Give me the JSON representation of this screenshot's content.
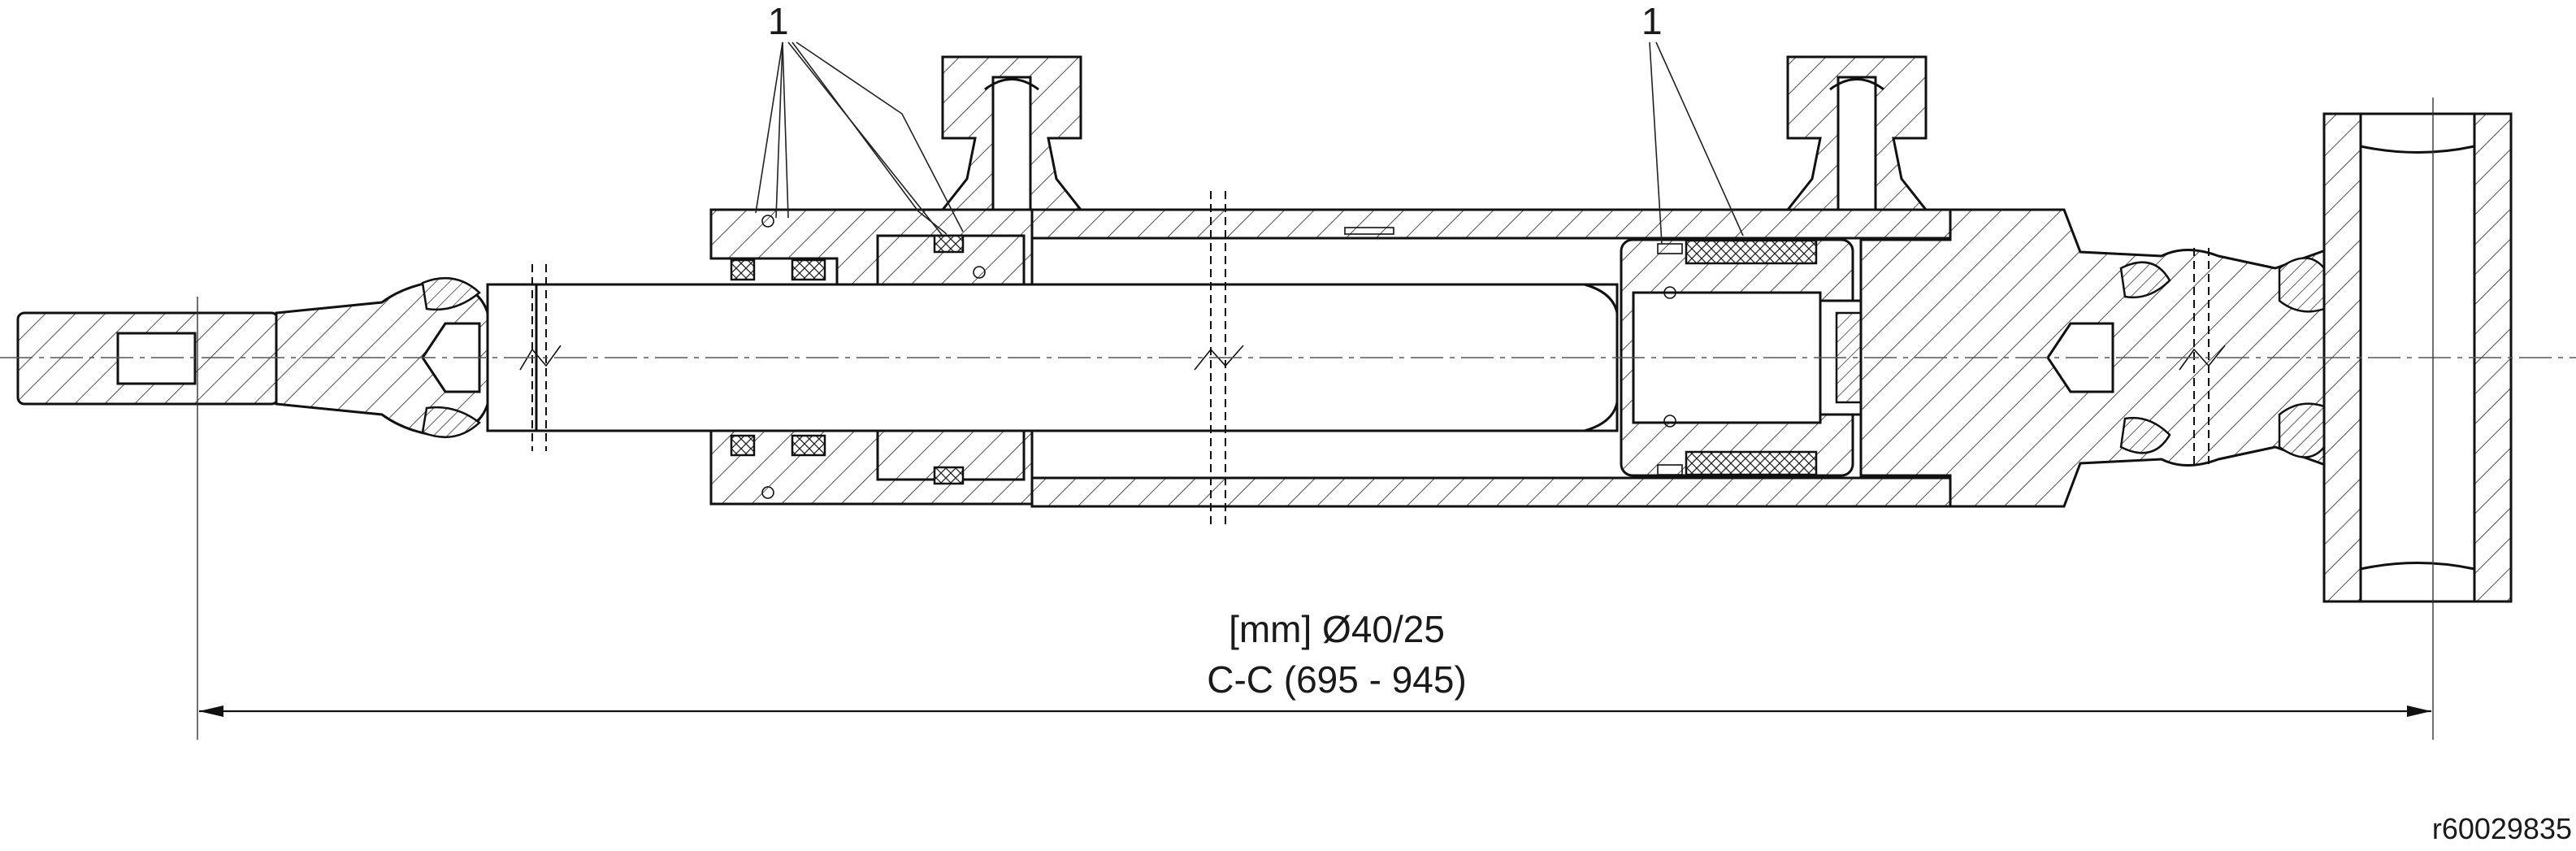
{
  "callouts": [
    {
      "label": "1"
    },
    {
      "label": "1"
    }
  ],
  "dimension": {
    "line1": "[mm] Ø40/25",
    "line2": "C-C (695 - 945)"
  },
  "document_id": "r60029835"
}
